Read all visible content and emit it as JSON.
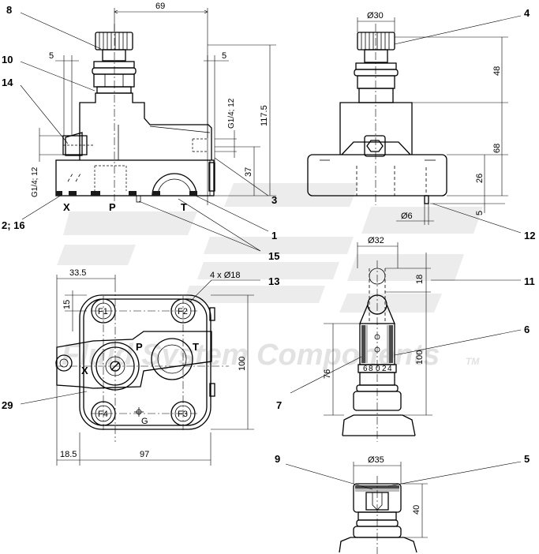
{
  "watermark": {
    "text": "Fluid System Components",
    "tm": "TM"
  },
  "colors": {
    "line": "#000000",
    "watermark": "#e6e6e6",
    "fill_dark": "#1a1a1a"
  },
  "callouts": {
    "c8": "8",
    "c10": "10",
    "c14": "14",
    "c2_16": "2; 16",
    "c3": "3",
    "c1": "1",
    "c15": "15",
    "c4": "4",
    "c12": "12",
    "c11": "11",
    "c6": "6",
    "c13": "13",
    "c29": "29",
    "c7": "7",
    "c9": "9",
    "c5": "5"
  },
  "ports": {
    "x": "X",
    "p": "P",
    "t": "T",
    "x2": "X",
    "p2": "P",
    "t2": "T",
    "f1": "F1",
    "f2": "F2",
    "f3": "F3",
    "f4": "F4",
    "g": "G"
  },
  "dims": {
    "front_width": "69",
    "front_left5": "5",
    "front_right5": "5",
    "thread_right": "G1/4; 12",
    "thread_left": "G1/4; 12",
    "h37": "37",
    "h117": "117.5",
    "side_dia30": "Ø30",
    "side48": "48",
    "side68": "68",
    "side26": "26",
    "side5": "5",
    "side_dia6": "Ø6",
    "top33": "33.5",
    "top15": "15",
    "top_holes": "4 x Ø18",
    "top100": "100",
    "top18_5": "18.5",
    "top97": "97",
    "sv_dia32": "Ø32",
    "sv18": "18",
    "sv100": "100",
    "sv76": "76",
    "bv_dia35": "Ø35",
    "bv40": "40"
  },
  "scale_ticks": {
    "a": "6",
    "b": "8",
    "c": "0",
    "d": "2",
    "e": "4"
  }
}
